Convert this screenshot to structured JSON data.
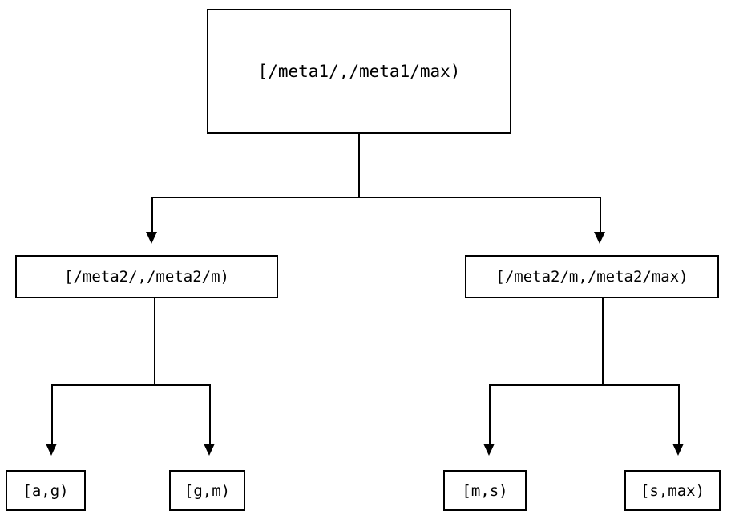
{
  "diagram": {
    "type": "tree",
    "orientation": "top-down",
    "edge_style": "orthogonal-elbow",
    "arrowhead": "filled-triangle-down",
    "colors": {
      "background": "#ffffff",
      "stroke": "#000000",
      "text": "#000000",
      "node_fill": "#ffffff"
    },
    "nodes": {
      "root": {
        "label": "[/meta1/,/meta1/max)"
      },
      "mid_left": {
        "label": "[/meta2/,/meta2/m)"
      },
      "mid_right": {
        "label": "[/meta2/m,/meta2/max)"
      },
      "leaf_1": {
        "label": "[a,g)"
      },
      "leaf_2": {
        "label": "[g,m)"
      },
      "leaf_3": {
        "label": "[m,s)"
      },
      "leaf_4": {
        "label": "[s,max)"
      }
    },
    "edges": [
      {
        "from": "root",
        "to": "mid_left"
      },
      {
        "from": "root",
        "to": "mid_right"
      },
      {
        "from": "mid_left",
        "to": "leaf_1"
      },
      {
        "from": "mid_left",
        "to": "leaf_2"
      },
      {
        "from": "mid_right",
        "to": "leaf_3"
      },
      {
        "from": "mid_right",
        "to": "leaf_4"
      }
    ]
  }
}
